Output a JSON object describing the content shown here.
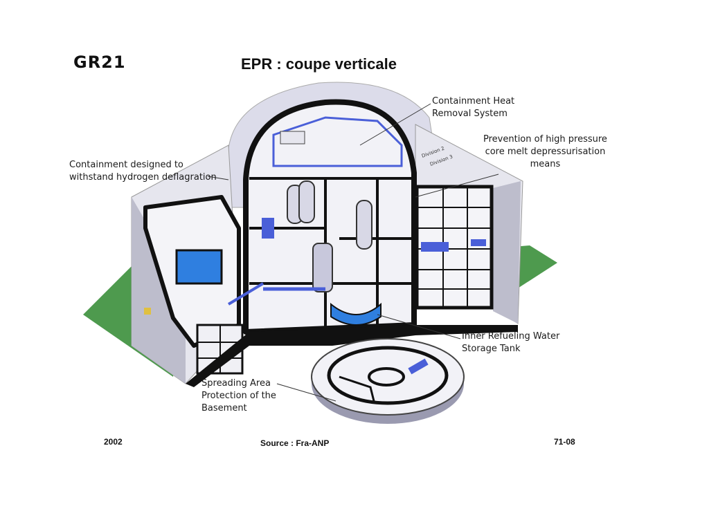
{
  "header": {
    "code": "GR21",
    "title": "EPR : coupe verticale"
  },
  "callouts": {
    "containment_heat_removal": [
      "Containment Heat",
      "Removal System"
    ],
    "prevention_high_pressure": [
      "Prevention of high pressure",
      "core melt  depressurisation",
      "means"
    ],
    "containment_hydrogen": [
      "Containment designed to",
      "withstand hydrogen deflagration"
    ],
    "inner_refueling_tank": [
      "Inner Refueling Water",
      "Storage Tank"
    ],
    "spreading_area": [
      "Spreading Area",
      "Protection of the",
      "Basement"
    ]
  },
  "diagram_labels": {
    "division_2": "Division 2",
    "division_3": "Division 3"
  },
  "footer": {
    "year": "2002",
    "source": "Source : Fra-ANP",
    "code": "71-08"
  },
  "colors": {
    "ground": "#4e9a4e",
    "wall": "#e6e6ee",
    "wall_side": "#bdbdcc",
    "wall_dark": "#111111",
    "water": "#2f7fe0",
    "equipment": "#4a5fd8",
    "dome": "#dcdcea"
  }
}
